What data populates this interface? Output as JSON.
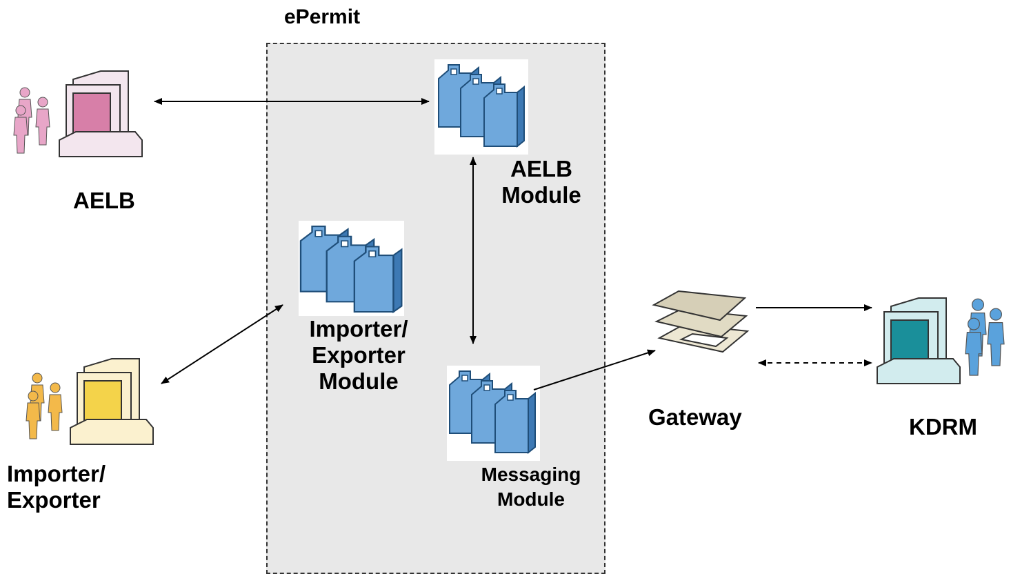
{
  "boundary": {
    "label": "ePermit"
  },
  "actors": {
    "aelb": "AELB",
    "importer": {
      "line1": "Importer/",
      "line2": "Exporter"
    },
    "kdrm": "KDRM"
  },
  "modules": {
    "aelb": {
      "line1": "AELB",
      "line2": "Module"
    },
    "importer": {
      "line1": "Importer/",
      "line2": "Exporter",
      "line3": "Module"
    },
    "messaging": {
      "line1": "Messaging",
      "line2": "Module"
    }
  },
  "gateway": "Gateway",
  "colors": {
    "aelb_screen": "#d77fa8",
    "importer_screen": "#f4d34a",
    "kdrm_screen": "#1a8f9a",
    "module_blue": "#6fa8dc",
    "gateway_tan": "#d6cfb7",
    "boundary_fill": "#e8e8e8"
  },
  "icons": [
    "users-pink-icon",
    "computer-pink-icon",
    "users-orange-icon",
    "computer-yellow-icon",
    "users-blue-icon",
    "computer-teal-icon",
    "module-stack-icon",
    "gateway-layers-icon"
  ]
}
